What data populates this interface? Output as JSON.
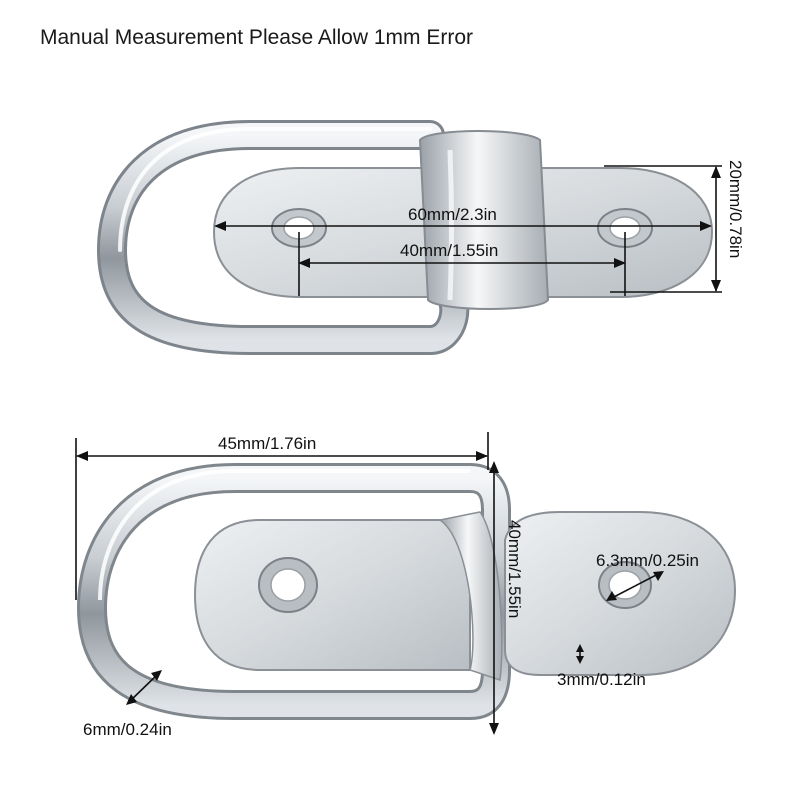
{
  "heading": "Manual Measurement Please Allow 1mm Error",
  "top_view": {
    "hole_span": "60mm/2.3in",
    "hole_center_span": "40mm/1.55in",
    "plate_width": "20mm/0.78in"
  },
  "side_view": {
    "overall_length": "45mm/1.76in",
    "height": "40mm/1.55in",
    "hole_diameter": "6.3mm/0.25in",
    "plate_thickness": "3mm/0.12in",
    "ring_diameter": "6mm/0.24in"
  }
}
